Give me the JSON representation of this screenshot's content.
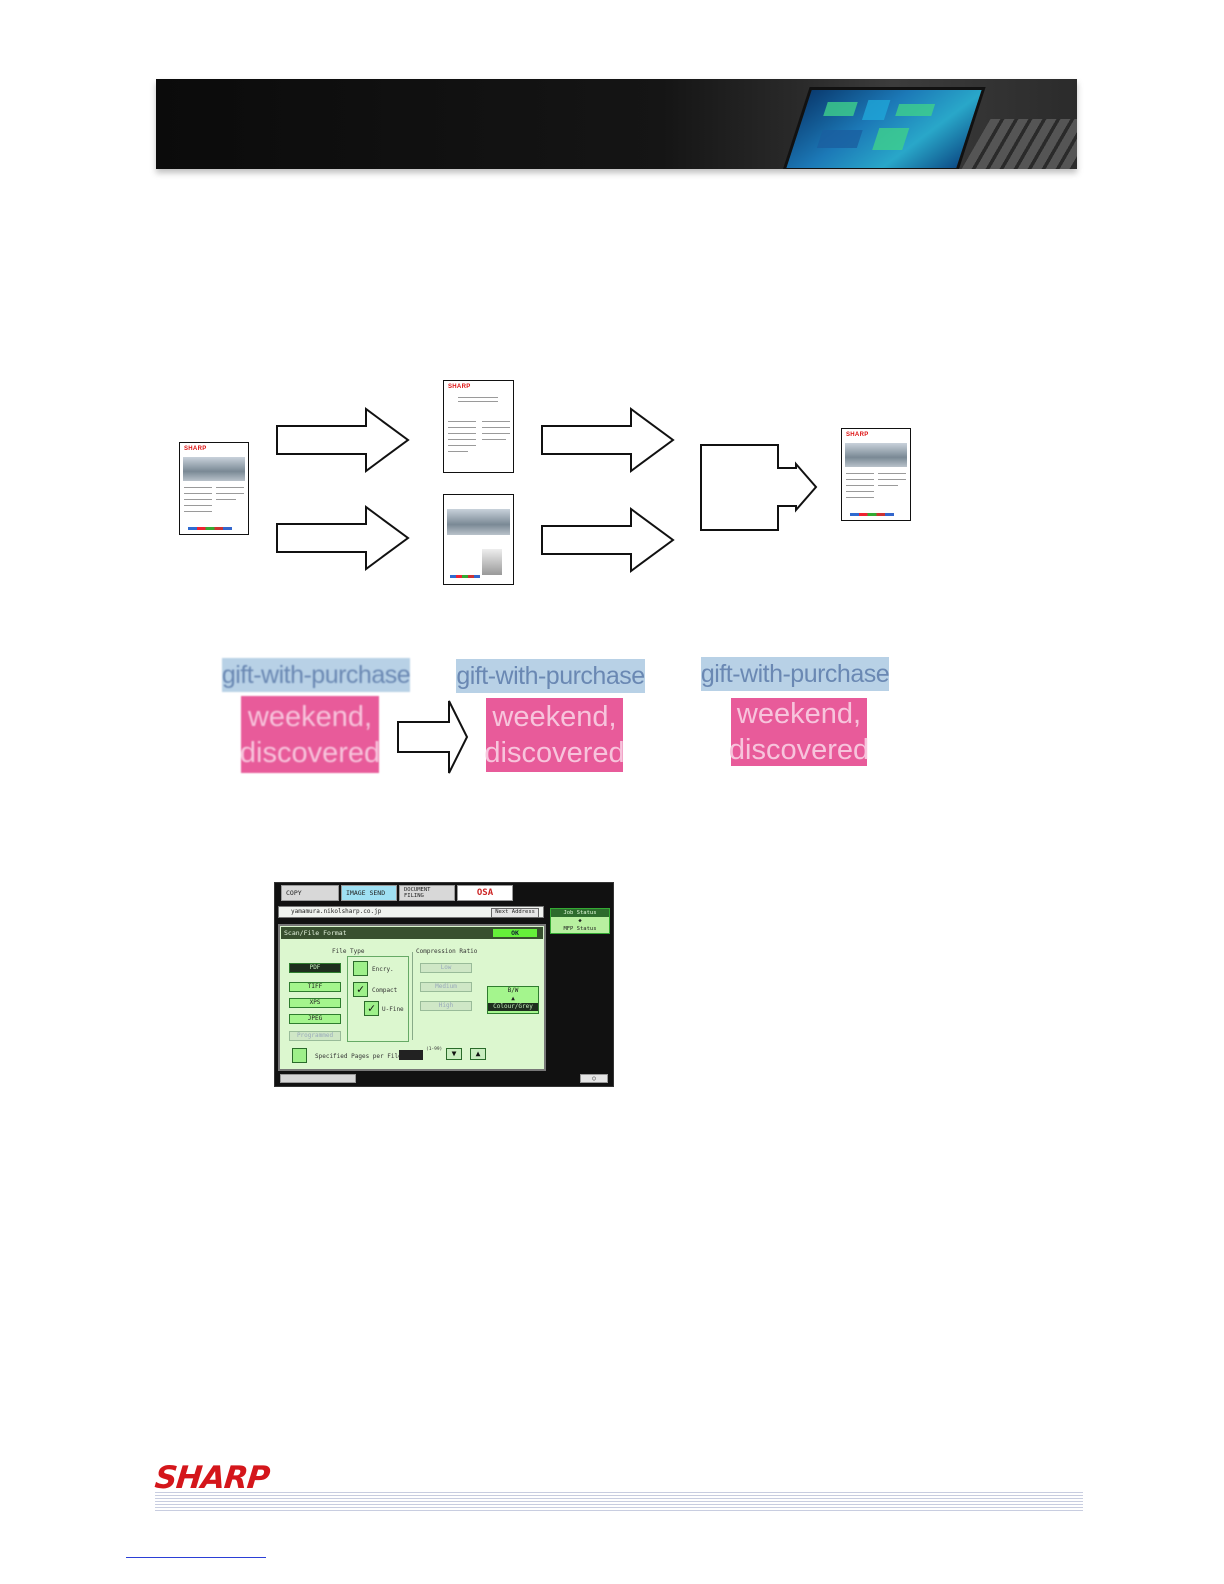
{
  "banner": {
    "kind": "photo-header"
  },
  "brand": {
    "logo_text": "SHARP",
    "color": "#d4161b"
  },
  "doc_thumbnail": {
    "logo_text": "SHARP"
  },
  "text_tiles": {
    "top": "gift-with-purchase",
    "bottom_line1": "weekend,",
    "bottom_line2": "discovered",
    "colors": {
      "blue": "#b8d1e6",
      "pink": "#e85b9a"
    }
  },
  "panel": {
    "tabs": [
      "COPY",
      "IMAGE SEND",
      "DOCUMENT FILING",
      "OSA"
    ],
    "address": "yamamura.nikolsharp.co.jp",
    "next_address": "Next Address",
    "job_status": "Job Status",
    "mfp_status": "MFP Status",
    "dialog_title": "Scan/File Format",
    "ok": "OK",
    "file_type_label": "File Type",
    "compression_label": "Compression Ratio",
    "file_types": [
      "PDF",
      "TIFF",
      "XPS",
      "JPEG",
      "Programmed"
    ],
    "options": [
      "Encry.",
      "Compact",
      "U-Fine"
    ],
    "ratios": [
      "Low",
      "Medium",
      "High"
    ],
    "mode_top": "B/W",
    "mode_bottom": "Colour/Grey",
    "specified_pages": "Specified Pages per File",
    "range": "(1-99)"
  }
}
